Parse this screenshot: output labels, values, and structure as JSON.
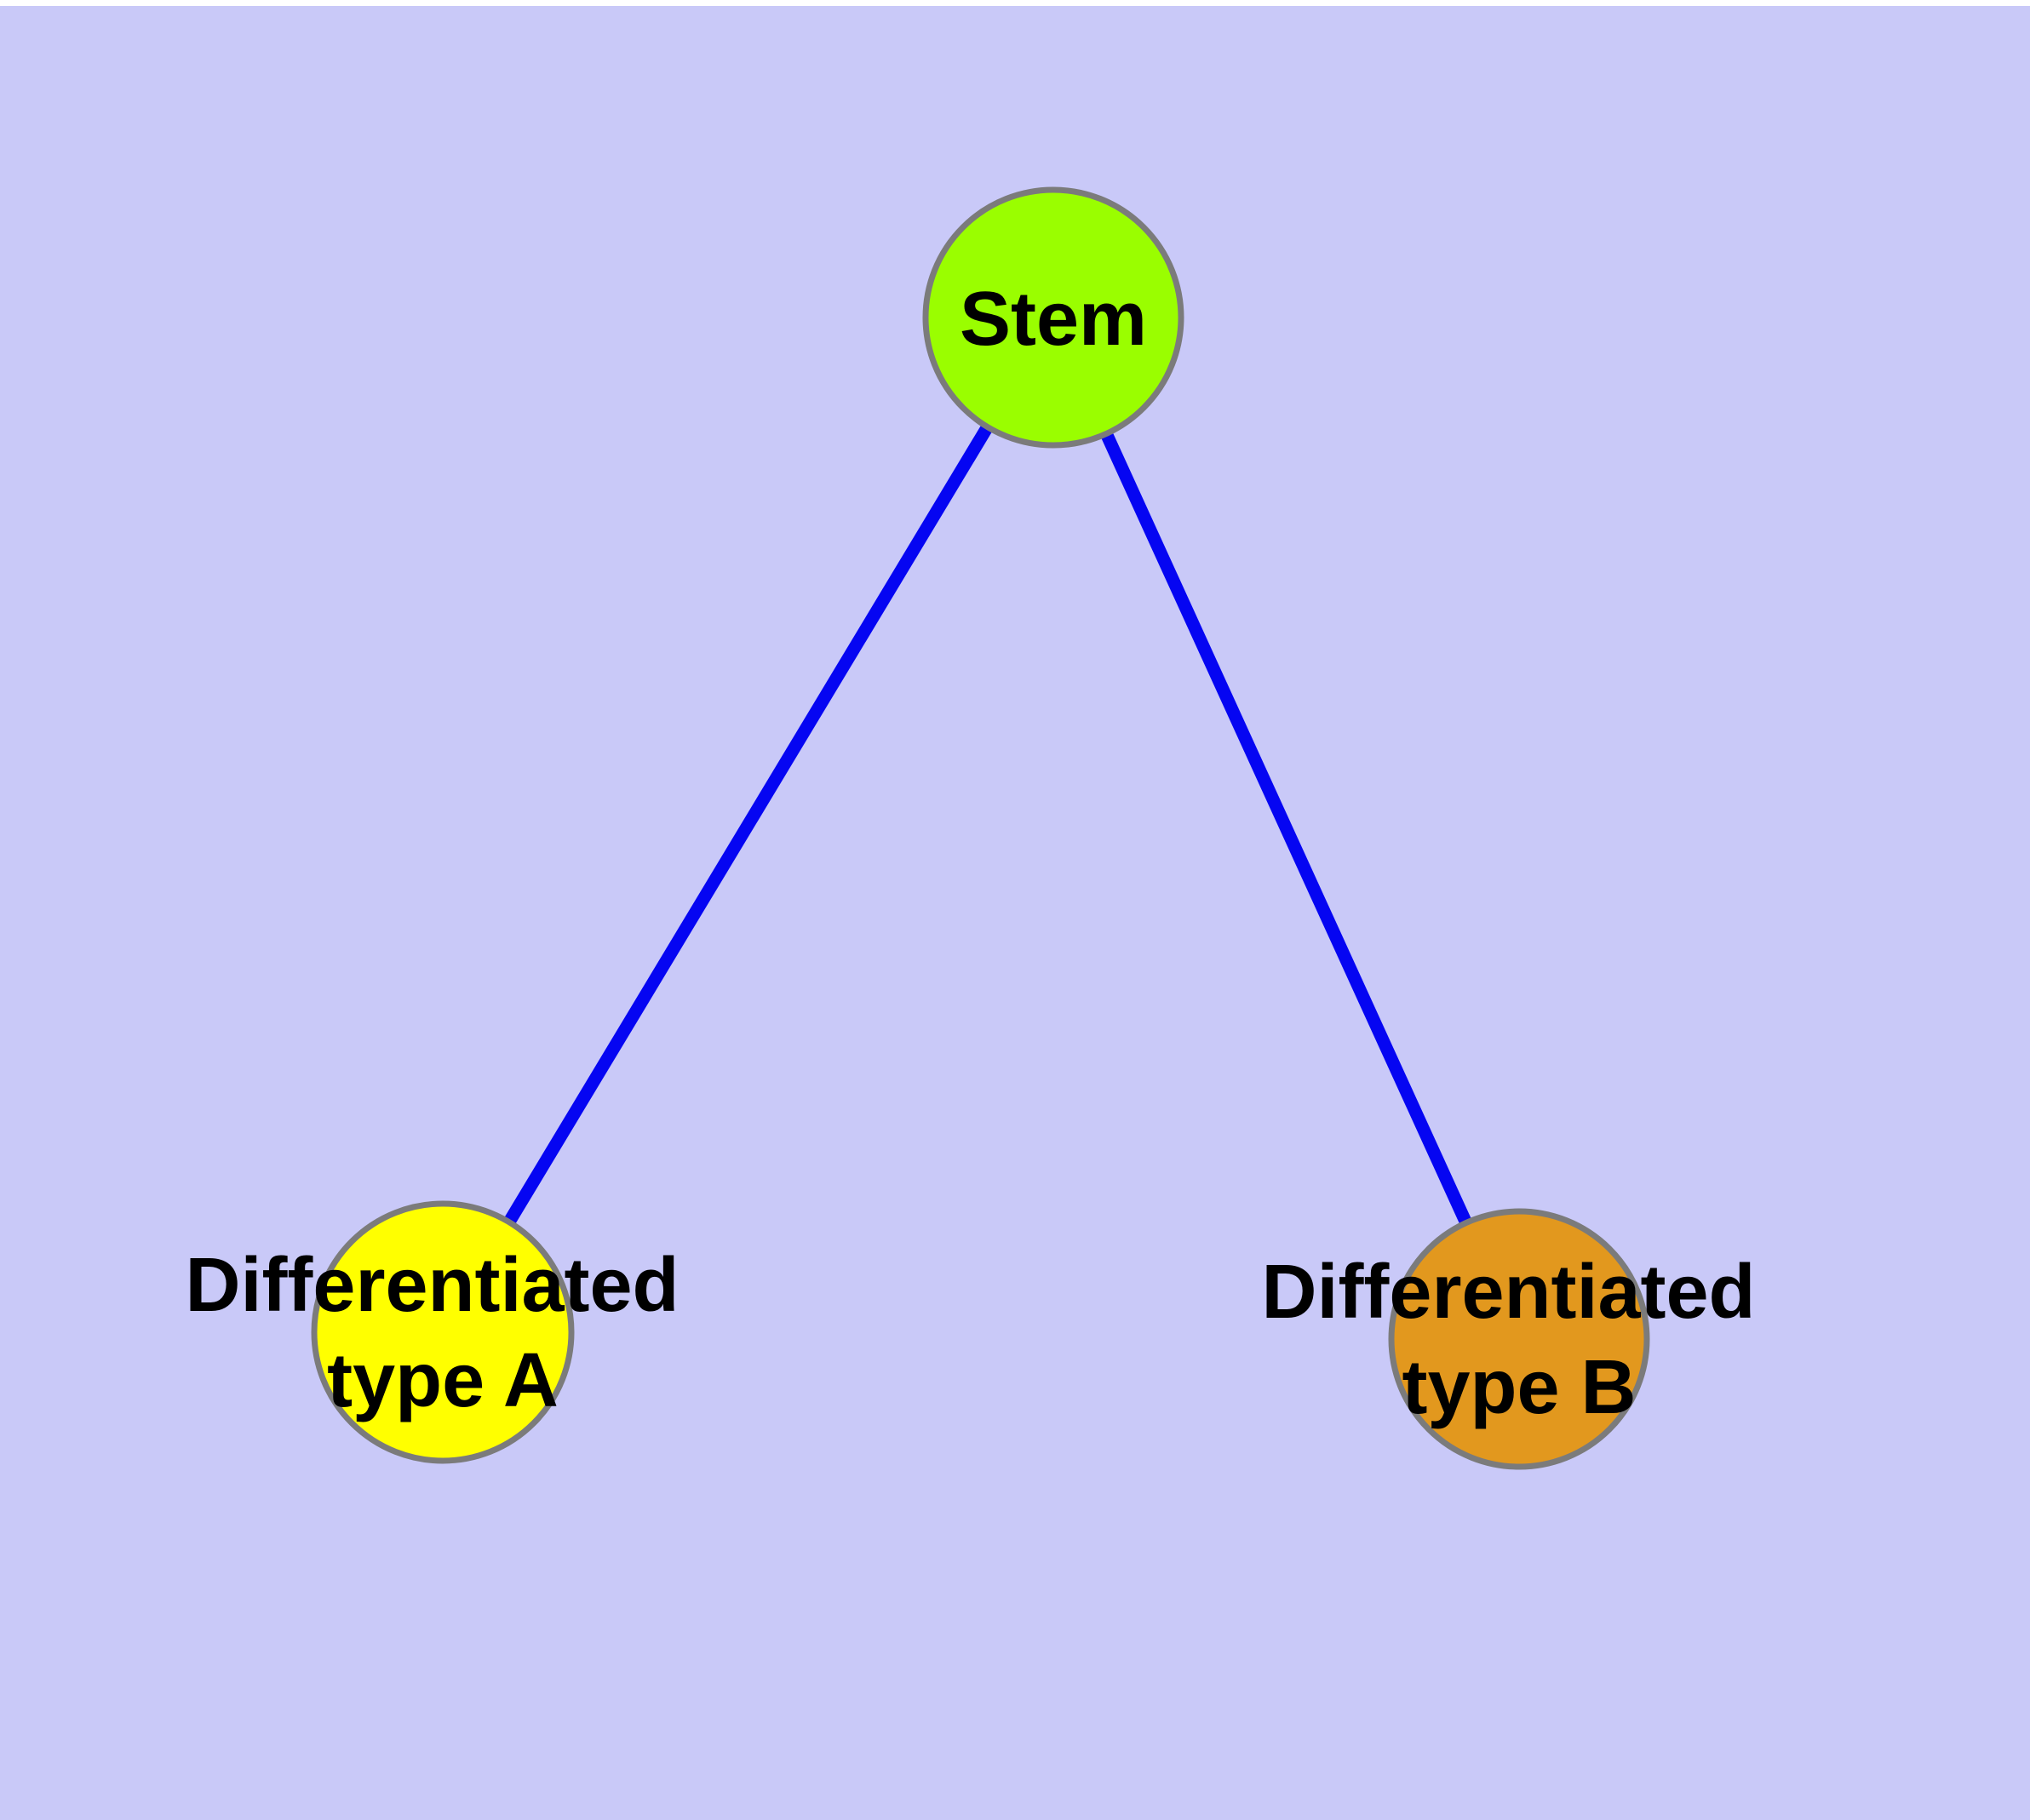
{
  "diagram": {
    "background_color": "#C9C9F8",
    "top_margin_color": "#FFFFFF",
    "edge_color": "#0505F2",
    "node_border_color": "#7B7B7B",
    "label_color": "#000000",
    "nodes": {
      "stem": {
        "label": "Stem",
        "fill": "#9AFE00"
      },
      "type_a": {
        "label_line1": "Differentiated",
        "label_line2": "type A",
        "fill": "#FFFF00"
      },
      "type_b": {
        "label_line1": "Differentiated",
        "label_line2": "type B",
        "fill": "#E2981E"
      }
    },
    "edges": [
      {
        "from": "Stem",
        "to": "Differentiated type A"
      },
      {
        "from": "Stem",
        "to": "Differentiated type B"
      }
    ]
  }
}
